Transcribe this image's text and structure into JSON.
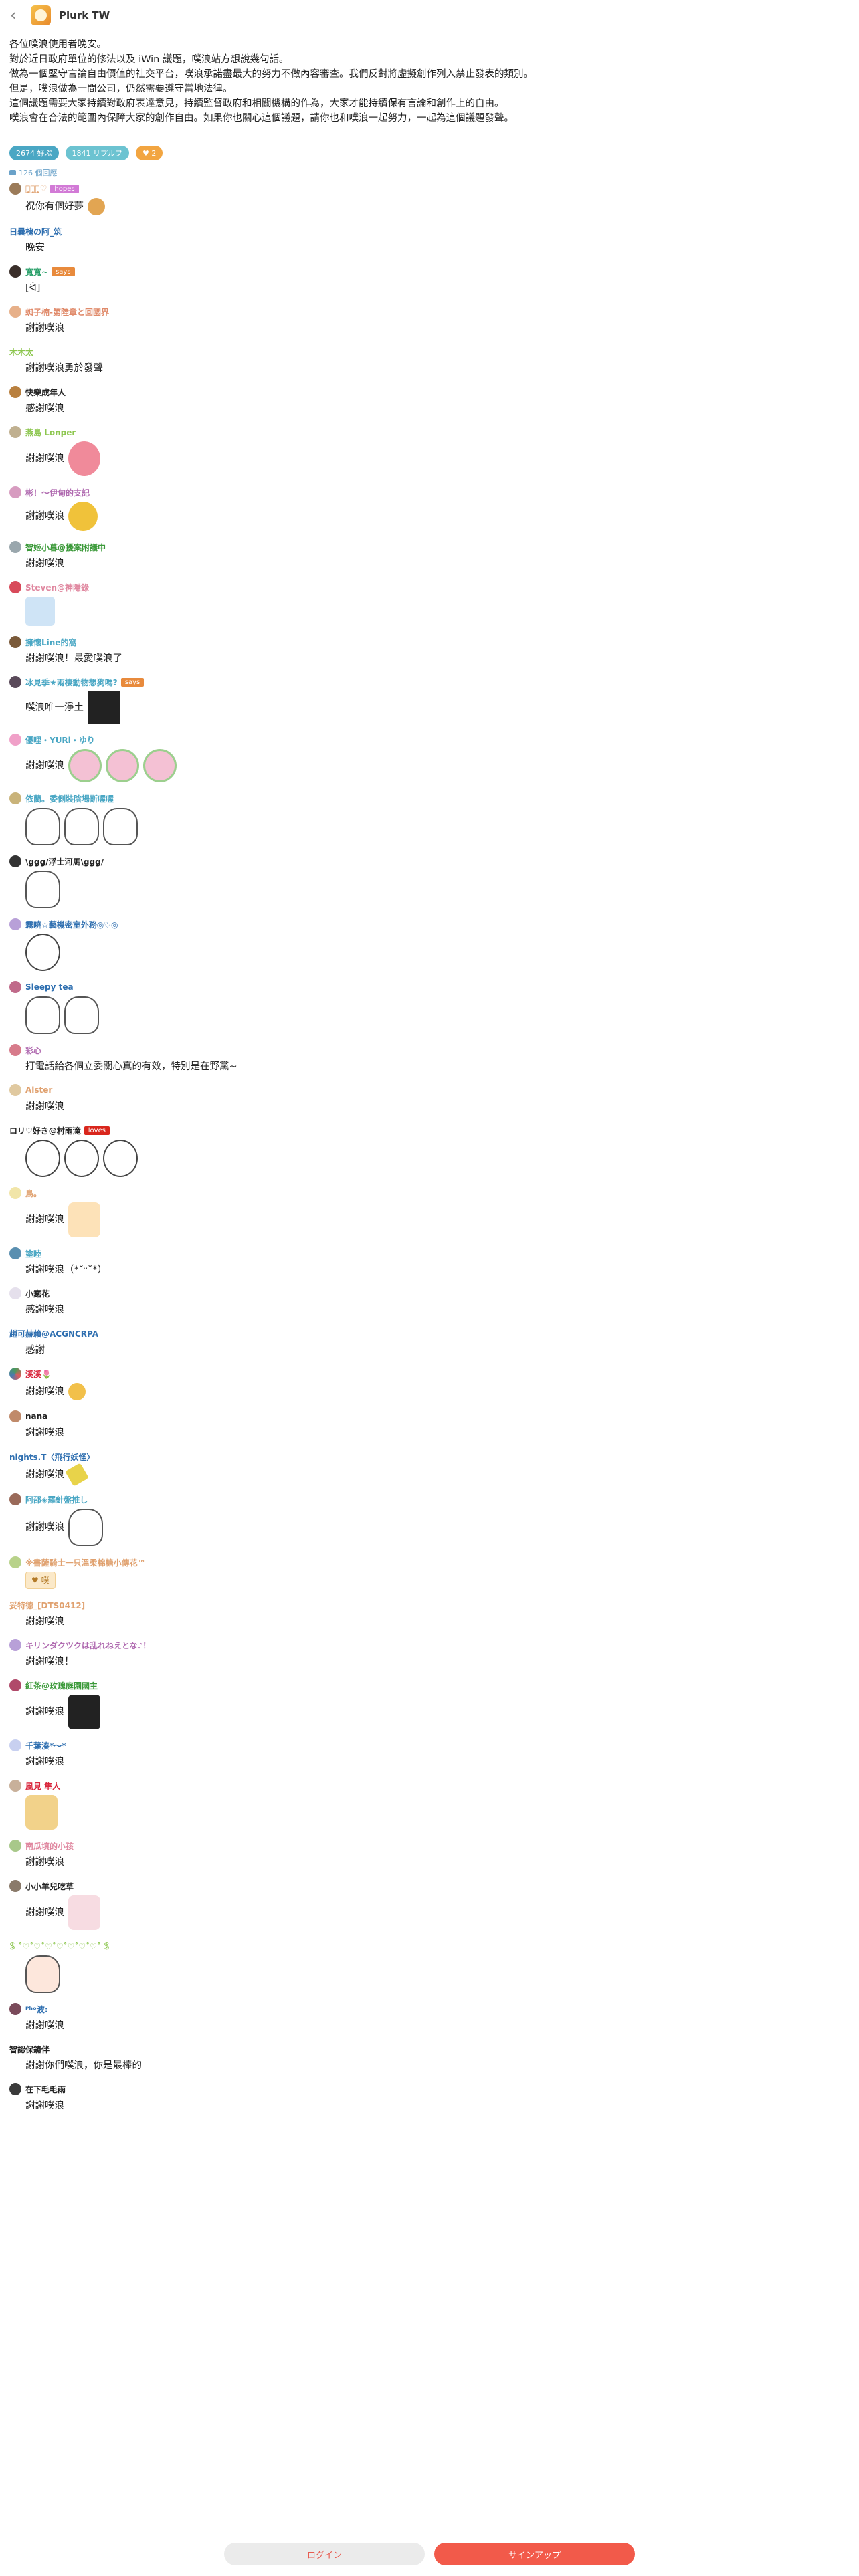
{
  "header": {
    "channel_name": "Plurk TW"
  },
  "post": {
    "lines": [
      "各位噗浪使用者晚安。",
      "對於近日政府單位的修法以及 iWin 議題，噗浪站方想說幾句話。",
      "做為一個堅守言論自由價值的社交平台，噗浪承諾盡最大的努力不做內容審查。我們反對將虛擬創作列入禁止發表的類別。",
      "但是，噗浪做為一間公司，仍然需要遵守當地法律。",
      "這個議題需要大家持續對政府表達意見，持續監督政府和相關機構的作為，大家才能持續保有言論和創作上的自由。",
      "噗浪會在合法的範圍內保障大家的創作自由。如果你也關心這個議題，請你也和噗浪一起努力，一起為這個議題發聲。"
    ]
  },
  "stats": {
    "views": "2674 好ぷ",
    "replies": "1841 リプルプ",
    "likes": "♥ 2"
  },
  "responses_count": "126 個回應",
  "responses": [
    {
      "name": "ハ̣̥ハ̣̥ハ̣̥♡",
      "badge": "hopes",
      "text": "祝你有個好夢"
    },
    {
      "name": "日曇槐の阿_筑",
      "text": "晚安"
    },
    {
      "name": "寬寬~",
      "badge": "says",
      "text": "[ᐛ]"
    },
    {
      "name": "蜘子楠-第陸章と回國界",
      "text": "謝謝噗浪"
    },
    {
      "name": "木木太",
      "text": "謝謝噗浪勇於發聲"
    },
    {
      "name": "快樂成年人",
      "text": "感謝噗浪"
    },
    {
      "name": "燕島 Lonper",
      "text": "謝謝噗浪"
    },
    {
      "name": "彬！～伊甸的支記",
      "text": "謝謝噗浪"
    },
    {
      "name": "智姬小暮@擾案附議中",
      "text": "謝謝噗浪"
    },
    {
      "name": "Steven@神隱錄",
      "text": ""
    },
    {
      "name": "擁懷Line的窩",
      "text": "謝謝噗浪！最愛噗浪了"
    },
    {
      "name": "冰見季★兩棲動物想狗嗎?",
      "badge": "says",
      "text": "噗浪唯一淨土"
    },
    {
      "name": "優哩・YURi・ゆり",
      "text": "謝謝噗浪"
    },
    {
      "name": "依藺。委側裝陰場斯喔喔",
      "text": ""
    },
    {
      "name": "\\ggg/浮士河馬\\ggg/",
      "text": ""
    },
    {
      "name": "霧曉☆藝機密室外務◎♡◎",
      "text": ""
    },
    {
      "name": "Sleepy tea",
      "text": ""
    },
    {
      "name": "彩心",
      "text": "打電話給各個立委關心真的有效，特別是在野黨~"
    },
    {
      "name": "Alster",
      "text": "謝謝噗浪"
    },
    {
      "name": "ロリ♡好き@村雨滝",
      "badge": "loves",
      "text": ""
    },
    {
      "name": "鳥。",
      "text": "謝謝噗浪"
    },
    {
      "name": "塗睦",
      "text": "謝謝噗浪（*˘ᵕ˘*）"
    },
    {
      "name": "小蠢花",
      "text": "感謝噗浪"
    },
    {
      "name": "趙可赫賴@ACGNCRPA",
      "text": "感謝"
    },
    {
      "name": "溪溪🌷",
      "text": "謝謝噗浪"
    },
    {
      "name": "nana",
      "text": "謝謝噗浪"
    },
    {
      "name": "nights.T〈飛行妖怪〉",
      "text": "謝謝噗浪"
    },
    {
      "name": "阿邵◈羅針盤推し",
      "text": "謝謝噗浪"
    },
    {
      "name": "※書薩騎士一只溫柔棉糖小傳花™",
      "text": "♥ 噗"
    },
    {
      "name": "妥特德_[DTS0412]",
      "text": "謝謝噗浪"
    },
    {
      "name": "キリンダクツクは乱れねえとな♪！",
      "text": "謝謝噗浪！"
    },
    {
      "name": "紅茶@玫瑰庭園國主",
      "text": "謝謝噗浪"
    },
    {
      "name": "千葉湊*～*",
      "text": "謝謝噗浪"
    },
    {
      "name": "風見 隼人",
      "text": ""
    },
    {
      "name": "南瓜填的小孩",
      "text": "謝謝噗浪"
    },
    {
      "name": "小小羊兒吃草",
      "text": "謝謝噗浪"
    },
    {
      "name": "ꌗ ˚♡˚♡˚♡˚♡˚♡˚♡˚♡˚ ꌗ",
      "text": ""
    },
    {
      "name": "ᴾʰᵒ波:",
      "text": "謝謝噗浪"
    },
    {
      "name": "智認保鑣伴",
      "text": "謝謝你們噗浪，你是最棒的"
    },
    {
      "name": "在下毛毛雨",
      "text": "謝謝噗浪"
    }
  ],
  "colors": {
    "badge_hopes": "#d27ad6",
    "badge_says": "#e88a3c",
    "badge_loves": "#d9261c",
    "signup": "#f25a4a",
    "login_text": "#e85a4f"
  },
  "footer": {
    "login_label": "ログイン",
    "signup_label": "サインアップ"
  }
}
